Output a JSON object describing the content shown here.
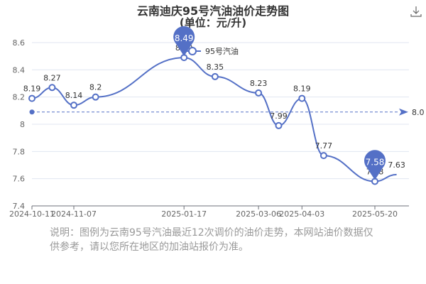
{
  "chart_data": {
    "type": "line",
    "title": "云南迪庆95号汽油油价走势图",
    "subtitle": "(单位：元/升)",
    "x_tick_labels": [
      "2024-10-11",
      "2024-11-07",
      "2025-01-17",
      "2025-03-06",
      "2025-04-03",
      "2025-05-20"
    ],
    "y_tick_labels": [
      "7.4",
      "7.6",
      "7.8",
      "8",
      "8.2",
      "8.4",
      "8.6"
    ],
    "ylim": [
      7.4,
      8.7
    ],
    "series": [
      {
        "name": "95号汽油",
        "color": "#5470c6",
        "points": [
          {
            "x": "2024-10-11",
            "y": 8.19,
            "label": "8.19"
          },
          {
            "x": "2024-10-24",
            "y": 8.27,
            "label": "8.27"
          },
          {
            "x": "2024-11-07",
            "y": 8.14,
            "label": "8.14"
          },
          {
            "x": "2024-11-21",
            "y": 8.2,
            "label": "8.2"
          },
          {
            "x": "2025-01-17",
            "y": 8.49,
            "label": "8.49"
          },
          {
            "x": "2025-02-06",
            "y": 8.35,
            "label": "8.35"
          },
          {
            "x": "2025-03-06",
            "y": 8.23,
            "label": "8.23"
          },
          {
            "x": "2025-03-19",
            "y": 7.99,
            "label": "7.99"
          },
          {
            "x": "2025-04-03",
            "y": 8.19,
            "label": "8.19"
          },
          {
            "x": "2025-04-17",
            "y": 7.77,
            "label": "7.77"
          },
          {
            "x": "2025-05-20",
            "y": 7.58,
            "label": "7.58"
          },
          {
            "x": "2025-06-03",
            "y": 7.63,
            "label": "7.63",
            "marker": false
          }
        ]
      }
    ],
    "max_pin": {
      "value": "8.49"
    },
    "min_pin": {
      "value": "7.58"
    },
    "average_line": {
      "value": 8.09,
      "label": "8.0"
    },
    "note": "说明：图例为云南95号汽油最近12次调价的油价走势，本网站油价数据仅供参考，请以您所在地区的加油站报价为准。"
  }
}
